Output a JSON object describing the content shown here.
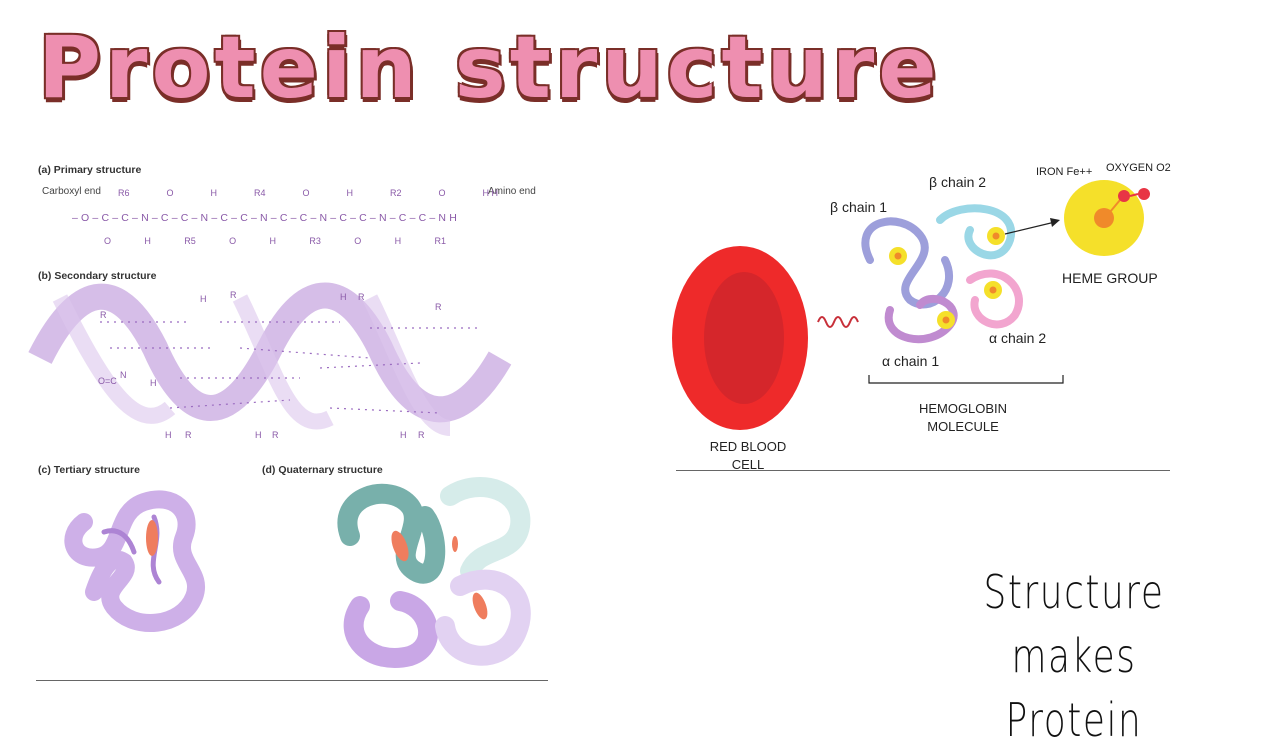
{
  "title": "Protein structure",
  "panels": {
    "primary": {
      "label": "(a) Primary structure",
      "carboxyl_end": "Carboxyl end",
      "amino_end": "Amino end",
      "top_row": [
        "R6",
        "O",
        "H",
        "R4",
        "O",
        "H",
        "R2",
        "O",
        "H  H"
      ],
      "bottom_row": [
        "O",
        "H",
        "R5",
        "O",
        "H",
        "R3",
        "O",
        "H",
        "R1"
      ],
      "backbone": [
        "–O–C–C–N–C–C–N–C–C–N–C–C–N–C–C–N–C–C–NH"
      ]
    },
    "secondary": {
      "label": "(b) Secondary structure"
    },
    "tertiary": {
      "label": "(c) Tertiary structure"
    },
    "quaternary": {
      "label": "(d) Quaternary structure"
    }
  },
  "hemoglobin": {
    "beta_chain_1": "β chain 1",
    "beta_chain_2": "β chain 2",
    "alpha_chain_1": "α chain 1",
    "alpha_chain_2": "α chain 2",
    "iron": "IRON Fe++",
    "oxygen": "OXYGEN O2",
    "heme_group": "HEME GROUP",
    "molecule_line1": "HEMOGLOBIN",
    "molecule_line2": "MOLECULE",
    "rbc_line1": "RED BLOOD",
    "rbc_line2": "CELL"
  },
  "tagline": {
    "line1": "Structure makes",
    "line2": "Protein"
  },
  "colors": {
    "title_fill": "#ee8fb0",
    "title_outline": "#7a2e28",
    "helix": "#c8a8e0",
    "rbc": "#ee2a2a",
    "heme": "#f5e02a"
  }
}
